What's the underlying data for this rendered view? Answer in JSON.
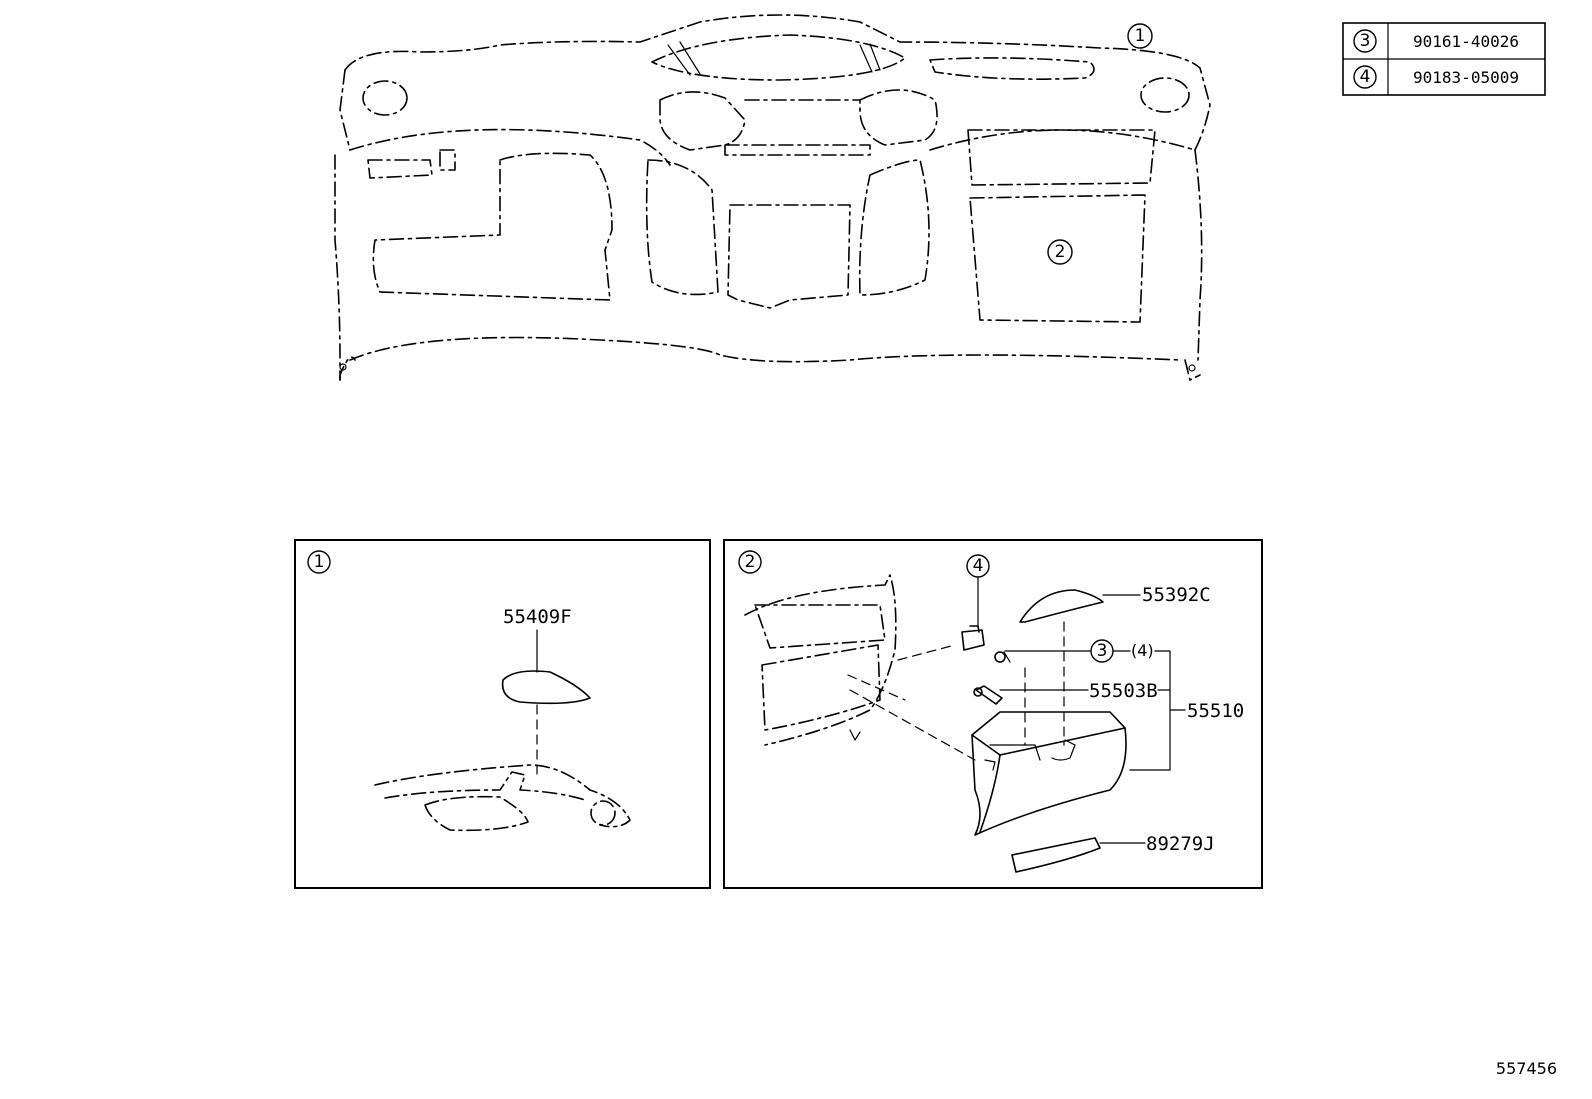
{
  "parts_table": [
    {
      "ref": "3",
      "part": "90161-40026"
    },
    {
      "ref": "4",
      "part": "90183-05009"
    }
  ],
  "callouts": {
    "dash_detail_1": "1",
    "dash_detail_2": "2",
    "panel1_marker": "1",
    "panel2_marker": "2",
    "clip_ref": "4",
    "screw_ref": "3",
    "screw_qty": "(4)"
  },
  "parts": {
    "cover_panel1": "55409F",
    "cover_panel2": "55392C",
    "pin": "55503B",
    "glove_box": "55510",
    "bracket": "89279J"
  },
  "figure_id": "557456"
}
